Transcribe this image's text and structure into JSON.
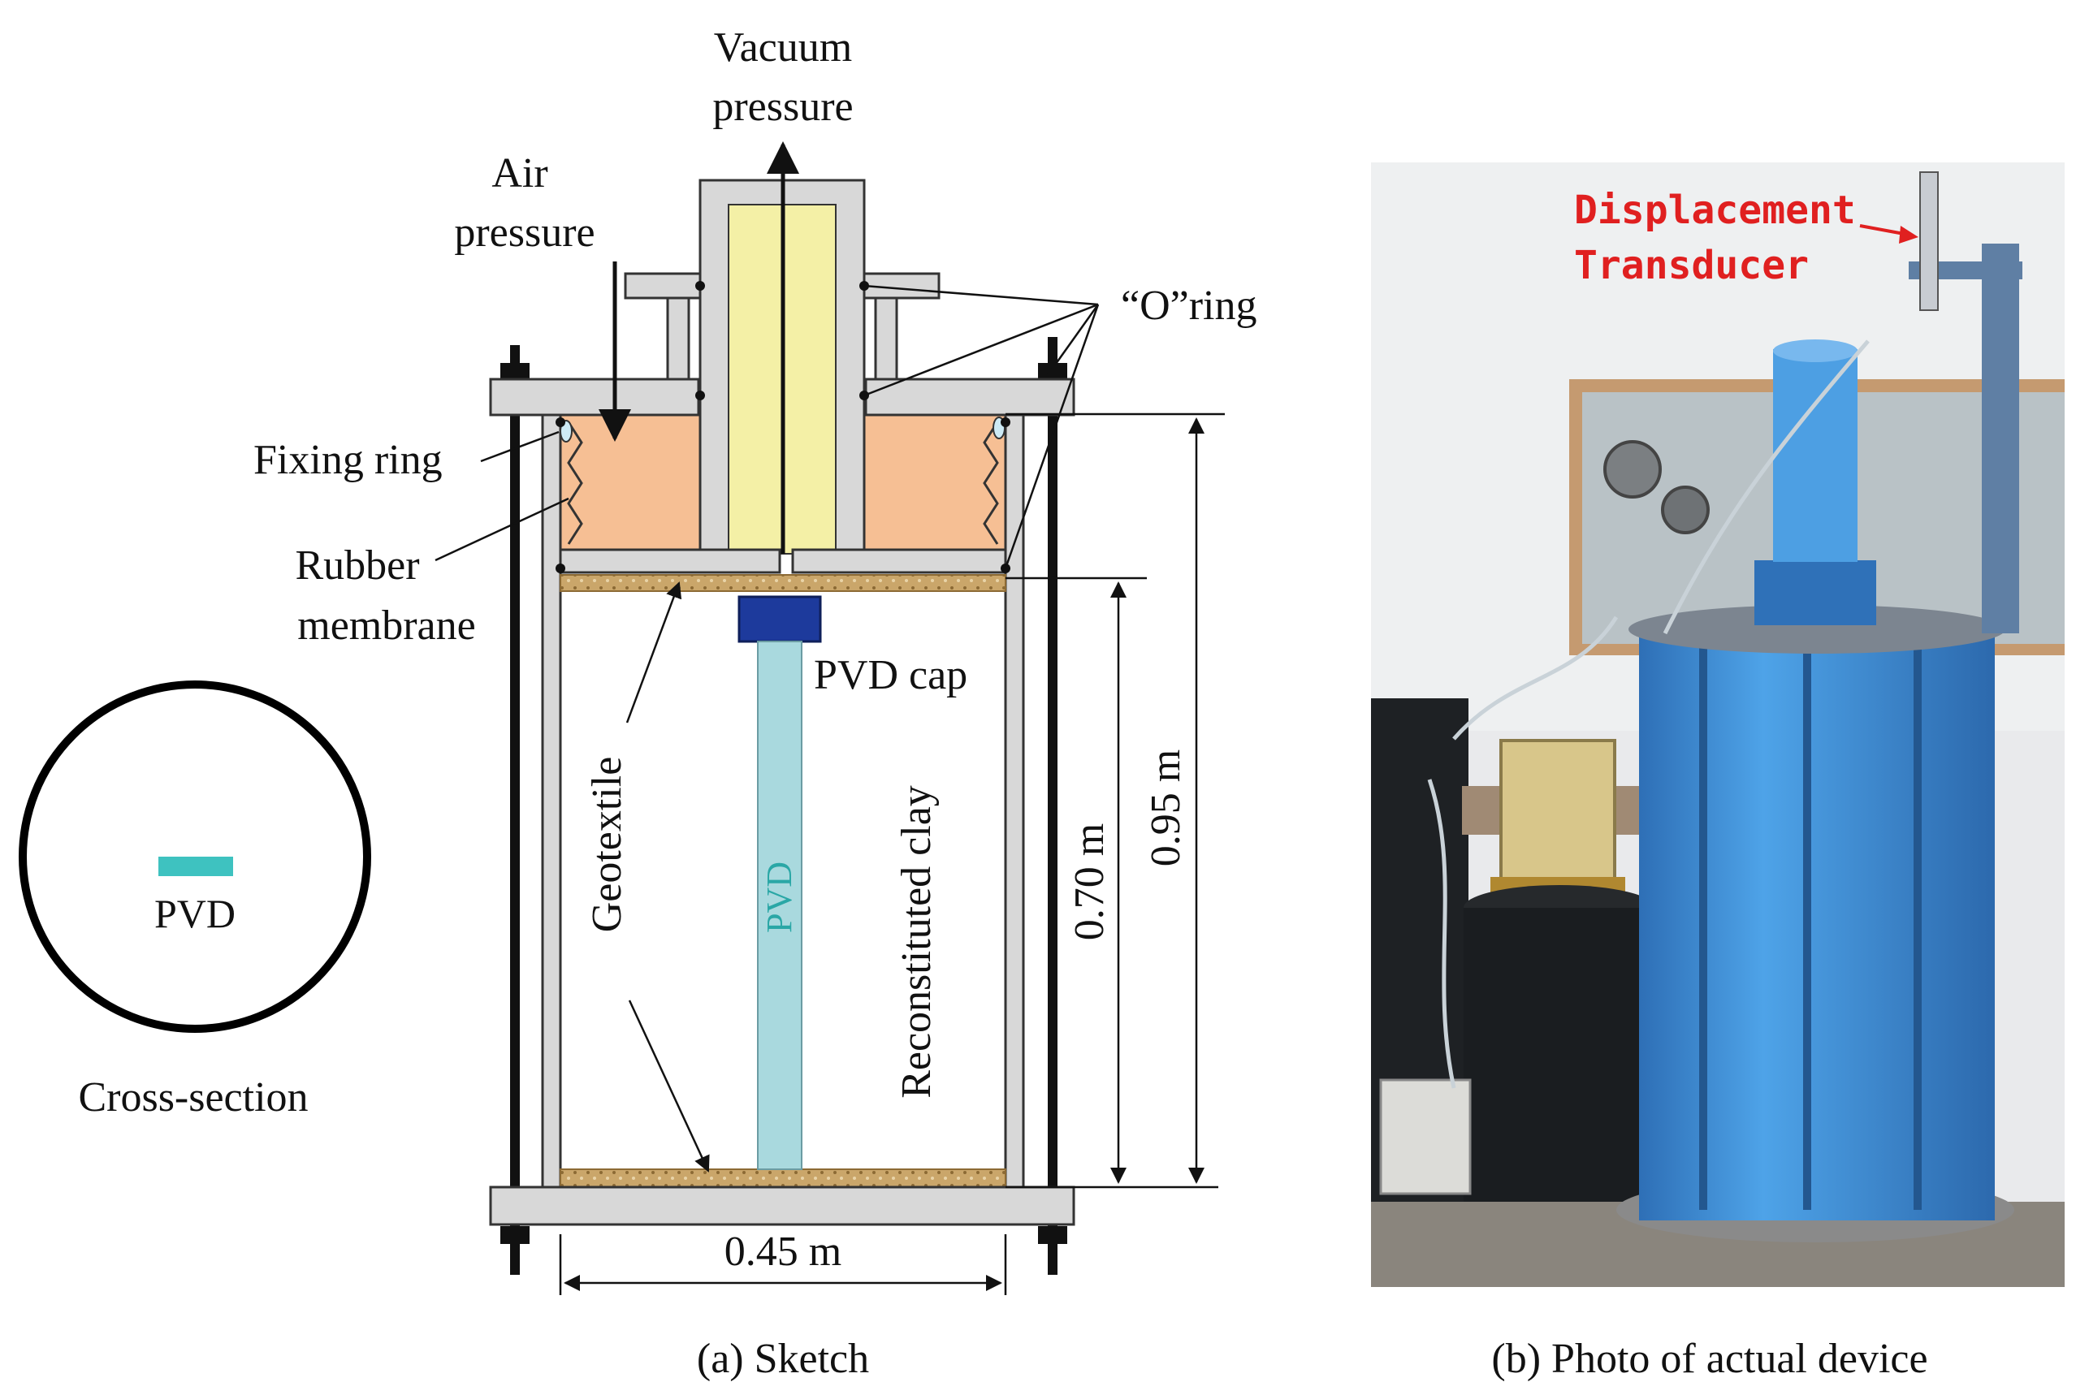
{
  "labels": {
    "vacuum_line1": "Vacuum",
    "vacuum_line2": "pressure",
    "air_line1": "Air",
    "air_line2": "pressure",
    "o_ring": "“O”ring",
    "fixing_ring": "Fixing ring",
    "rubber_line1": "Rubber",
    "rubber_line2": "membrane",
    "pvd_cap": "PVD cap",
    "geotextile": "Geotextile",
    "pvd_vertical": "PVD",
    "reconstituted_clay": "Reconstituted clay",
    "dim_070": "0.70 m",
    "dim_095": "0.95 m",
    "dim_045": "0.45 m",
    "cross_pvd": "PVD",
    "cross_section": "Cross-section",
    "caption_a": "(a) Sketch",
    "caption_b": "(b) Photo of actual device",
    "disp_line1": "Displacement",
    "disp_line2": "Transducer"
  },
  "colors": {
    "steel": "#d8d8d8",
    "outline": "#333333",
    "piston_fill": "#f4f0a6",
    "chamber_fill": "#f6bf94",
    "geotextile": "#caa66a",
    "pvd_cap": "#1d3a9c",
    "pvd_strip": "#a9d9de",
    "cross_pvd": "#3ec2c0",
    "cylinder_blue": "#3f8fd6",
    "transducer_label": "#e02020"
  }
}
